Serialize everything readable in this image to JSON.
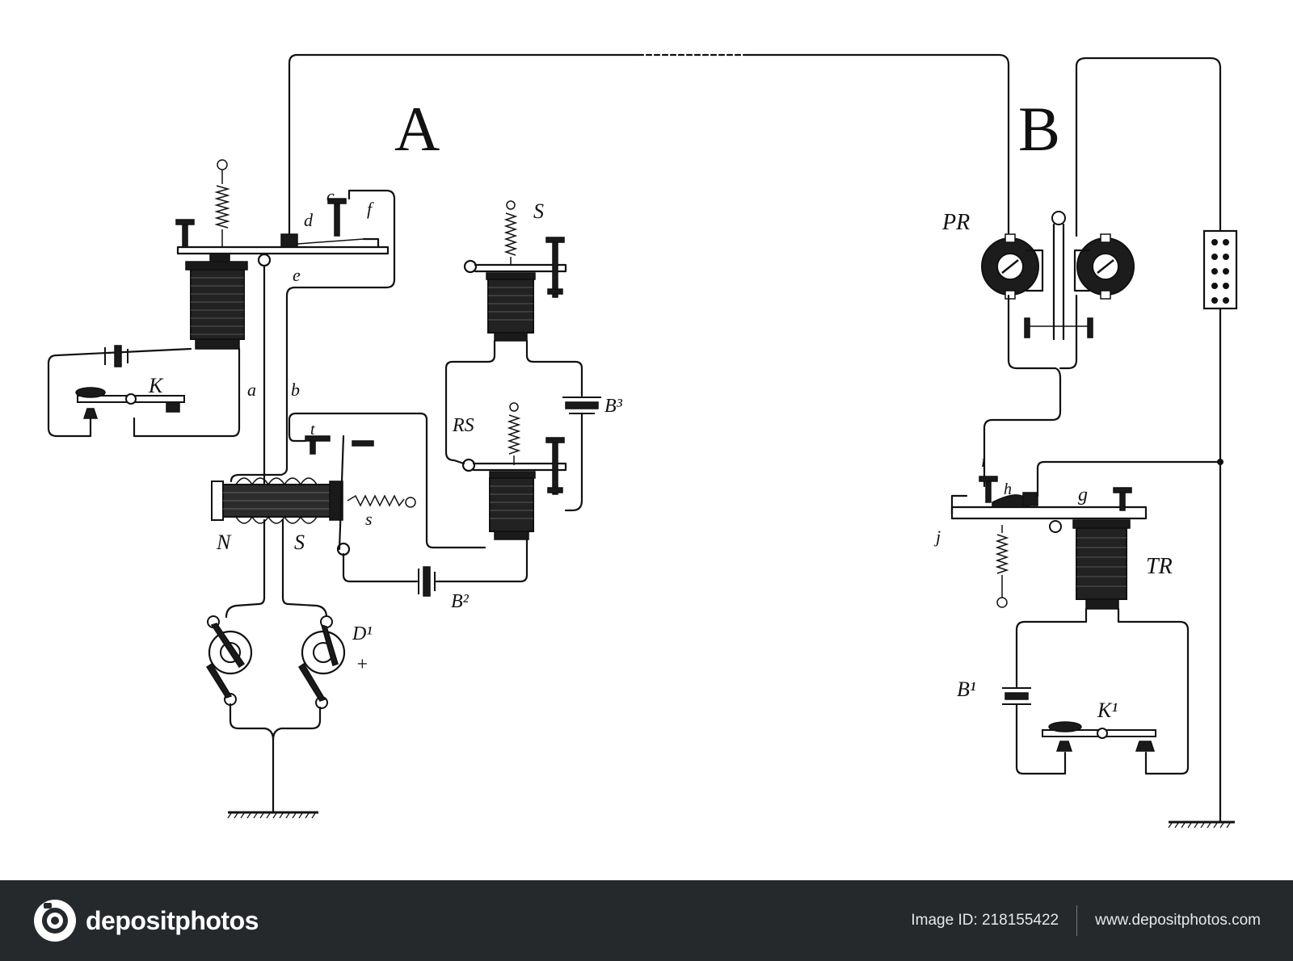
{
  "diagram": {
    "section_labels": [
      "A",
      "B"
    ],
    "labels": {
      "c": "c",
      "d": "d",
      "e": "e",
      "f": "f",
      "K": "K",
      "a": "a",
      "b": "b",
      "t": "t",
      "N": "N",
      "S_magnet": "S",
      "s_spring": "s",
      "S_sounder": "S",
      "RS": "RS",
      "B3": "B³",
      "B2": "B²",
      "D1": "D¹",
      "plus": "+",
      "PR": "PR",
      "i": "i",
      "h": "h",
      "g": "g",
      "j": "j",
      "TR": "TR",
      "B1": "B¹",
      "K1": "K¹"
    }
  },
  "footer": {
    "brand": "depositphotos",
    "image_id": "Image ID: 218155422",
    "site": "www.depositphotos.com"
  }
}
